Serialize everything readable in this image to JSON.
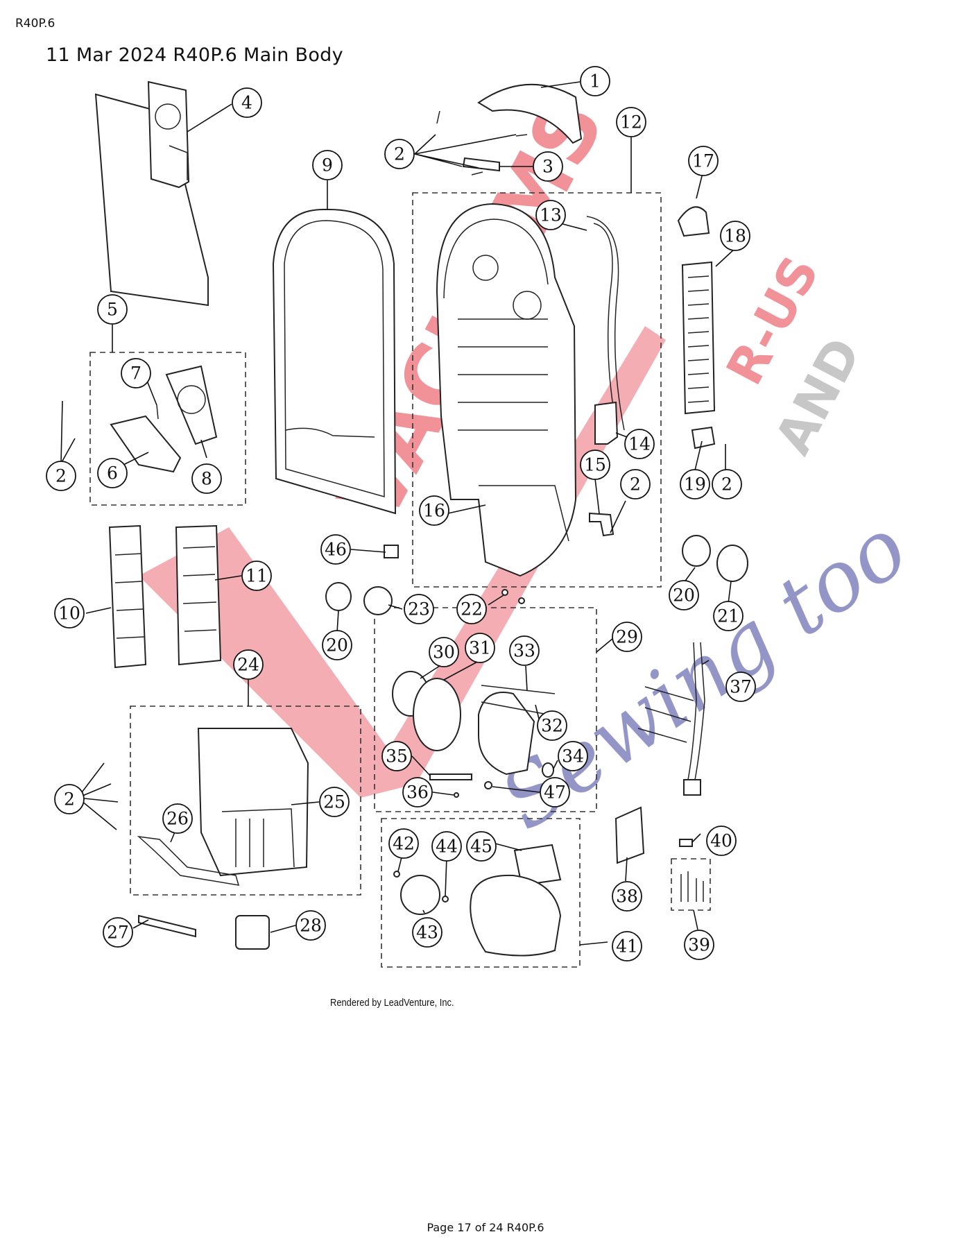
{
  "header": {
    "doc_code": "R40P.6"
  },
  "title": "11 Mar 2024 R40P.6 Main Body",
  "credit": "Rendered by LeadVenture, Inc.",
  "footer": {
    "page_label": "Page 17 of 24 R40P.6"
  },
  "watermark": {
    "brand": "VACUUMS",
    "line_1": "R-US",
    "line_2": "AND",
    "line_3": "Sewing too",
    "brand_color": "#e63946",
    "secondary_color": "#9a9a9a",
    "tagline_color": "#3b3f9a"
  },
  "callouts": [
    "1",
    "2",
    "3",
    "4",
    "5",
    "6",
    "7",
    "8",
    "9",
    "10",
    "11",
    "12",
    "13",
    "14",
    "15",
    "16",
    "17",
    "18",
    "19",
    "20",
    "21",
    "22",
    "23",
    "24",
    "25",
    "26",
    "27",
    "28",
    "29",
    "30",
    "31",
    "32",
    "33",
    "34",
    "35",
    "36",
    "37",
    "38",
    "39",
    "40",
    "41",
    "42",
    "43",
    "44",
    "45",
    "46",
    "47"
  ]
}
